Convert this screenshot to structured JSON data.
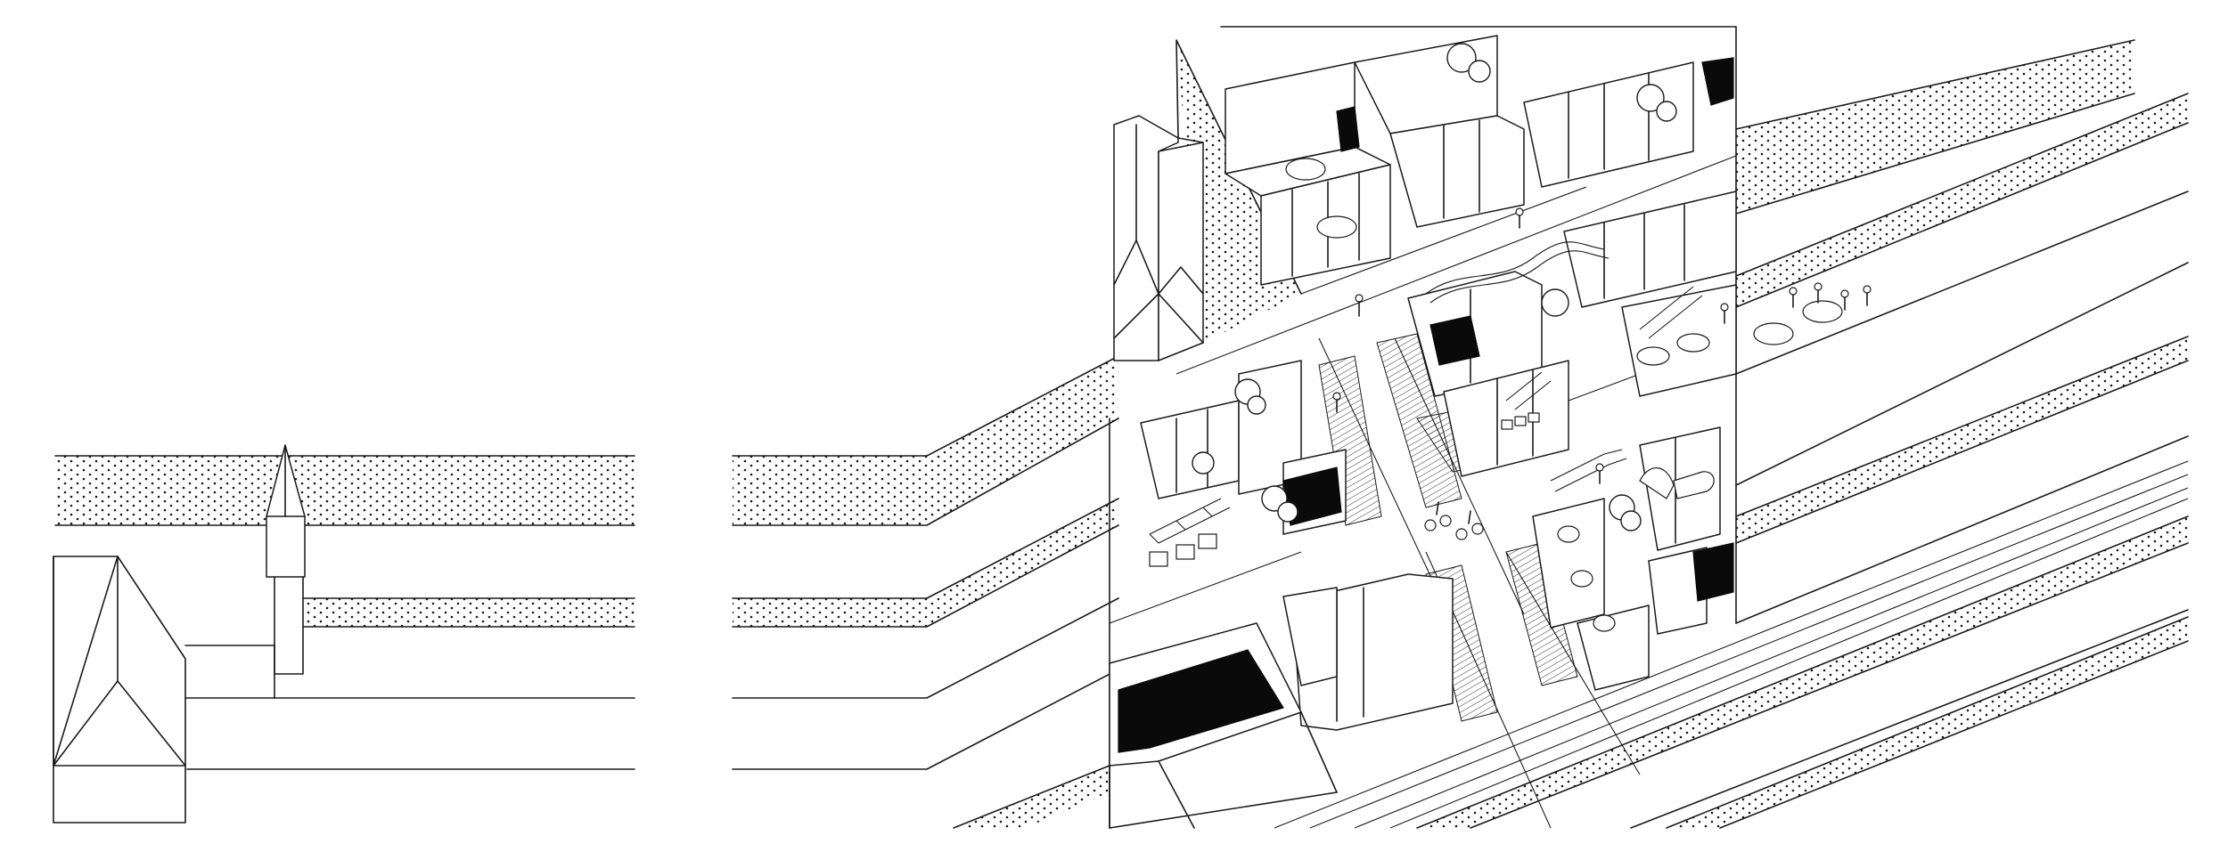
{
  "drawing": {
    "line_color": "#1a1a1a",
    "fill_color": "#0a0a0a",
    "background": "#ffffff",
    "left_panel": {
      "elements": [
        "dotted-street-band",
        "dotted-street-band",
        "church-roof",
        "church-spire",
        "row-house"
      ]
    },
    "right_panel": {
      "elements": [
        "church",
        "diagonal-streets",
        "dotted-pavement-bands",
        "open-pavilion-blocks",
        "trees",
        "people",
        "cyclists",
        "railway-lines",
        "dark-roof-volumes"
      ]
    }
  }
}
